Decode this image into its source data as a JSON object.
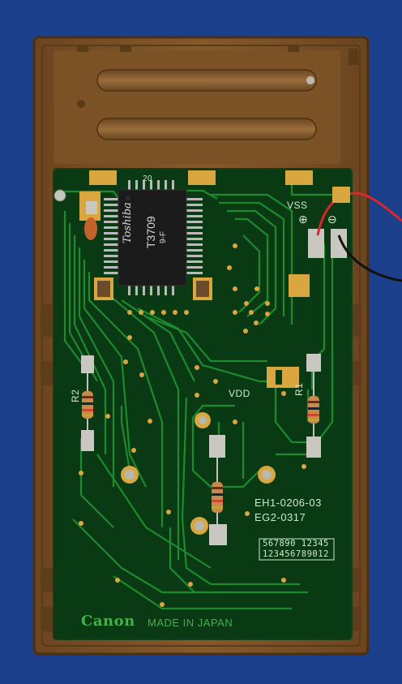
{
  "device": {
    "colors": {
      "background": "#1c3f8c",
      "case": "#7b5327",
      "case_dark": "#5d3d1a",
      "pcb": "#0a3a14",
      "trace": "#1d8a2e",
      "pad": "#d9a640",
      "chip": "#1b1b1b"
    },
    "chip": {
      "brand": "Toshiba",
      "model": "T3709",
      "code": "9-F",
      "pin_marker": "20"
    },
    "labels": {
      "vss": "VSS",
      "vdd": "VDD",
      "plus": "⊕",
      "minus": "⊖",
      "r1": "R1",
      "r2": "R2",
      "board_id_1": "EH1-0206-03",
      "board_id_2": "EG2-0317",
      "number_row_1": "567890 12345",
      "number_row_2": "123456789012",
      "brand": "Canon",
      "made_in": "MADE IN JAPAN"
    }
  }
}
